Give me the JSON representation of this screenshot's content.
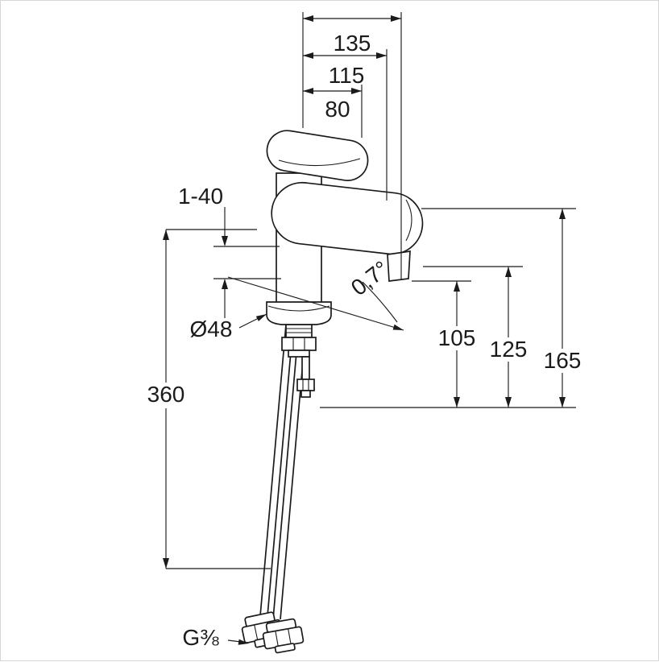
{
  "diagram": {
    "labels": {
      "reach_135": "135",
      "reach_115": "115",
      "reach_80": "80",
      "mounting_range": "1-40",
      "base_diameter": "Ø48",
      "spout_angle": "0,7°",
      "height_105": "105",
      "height_125": "125",
      "height_165": "165",
      "length_360": "360",
      "connection_thread": "G⅜"
    }
  }
}
